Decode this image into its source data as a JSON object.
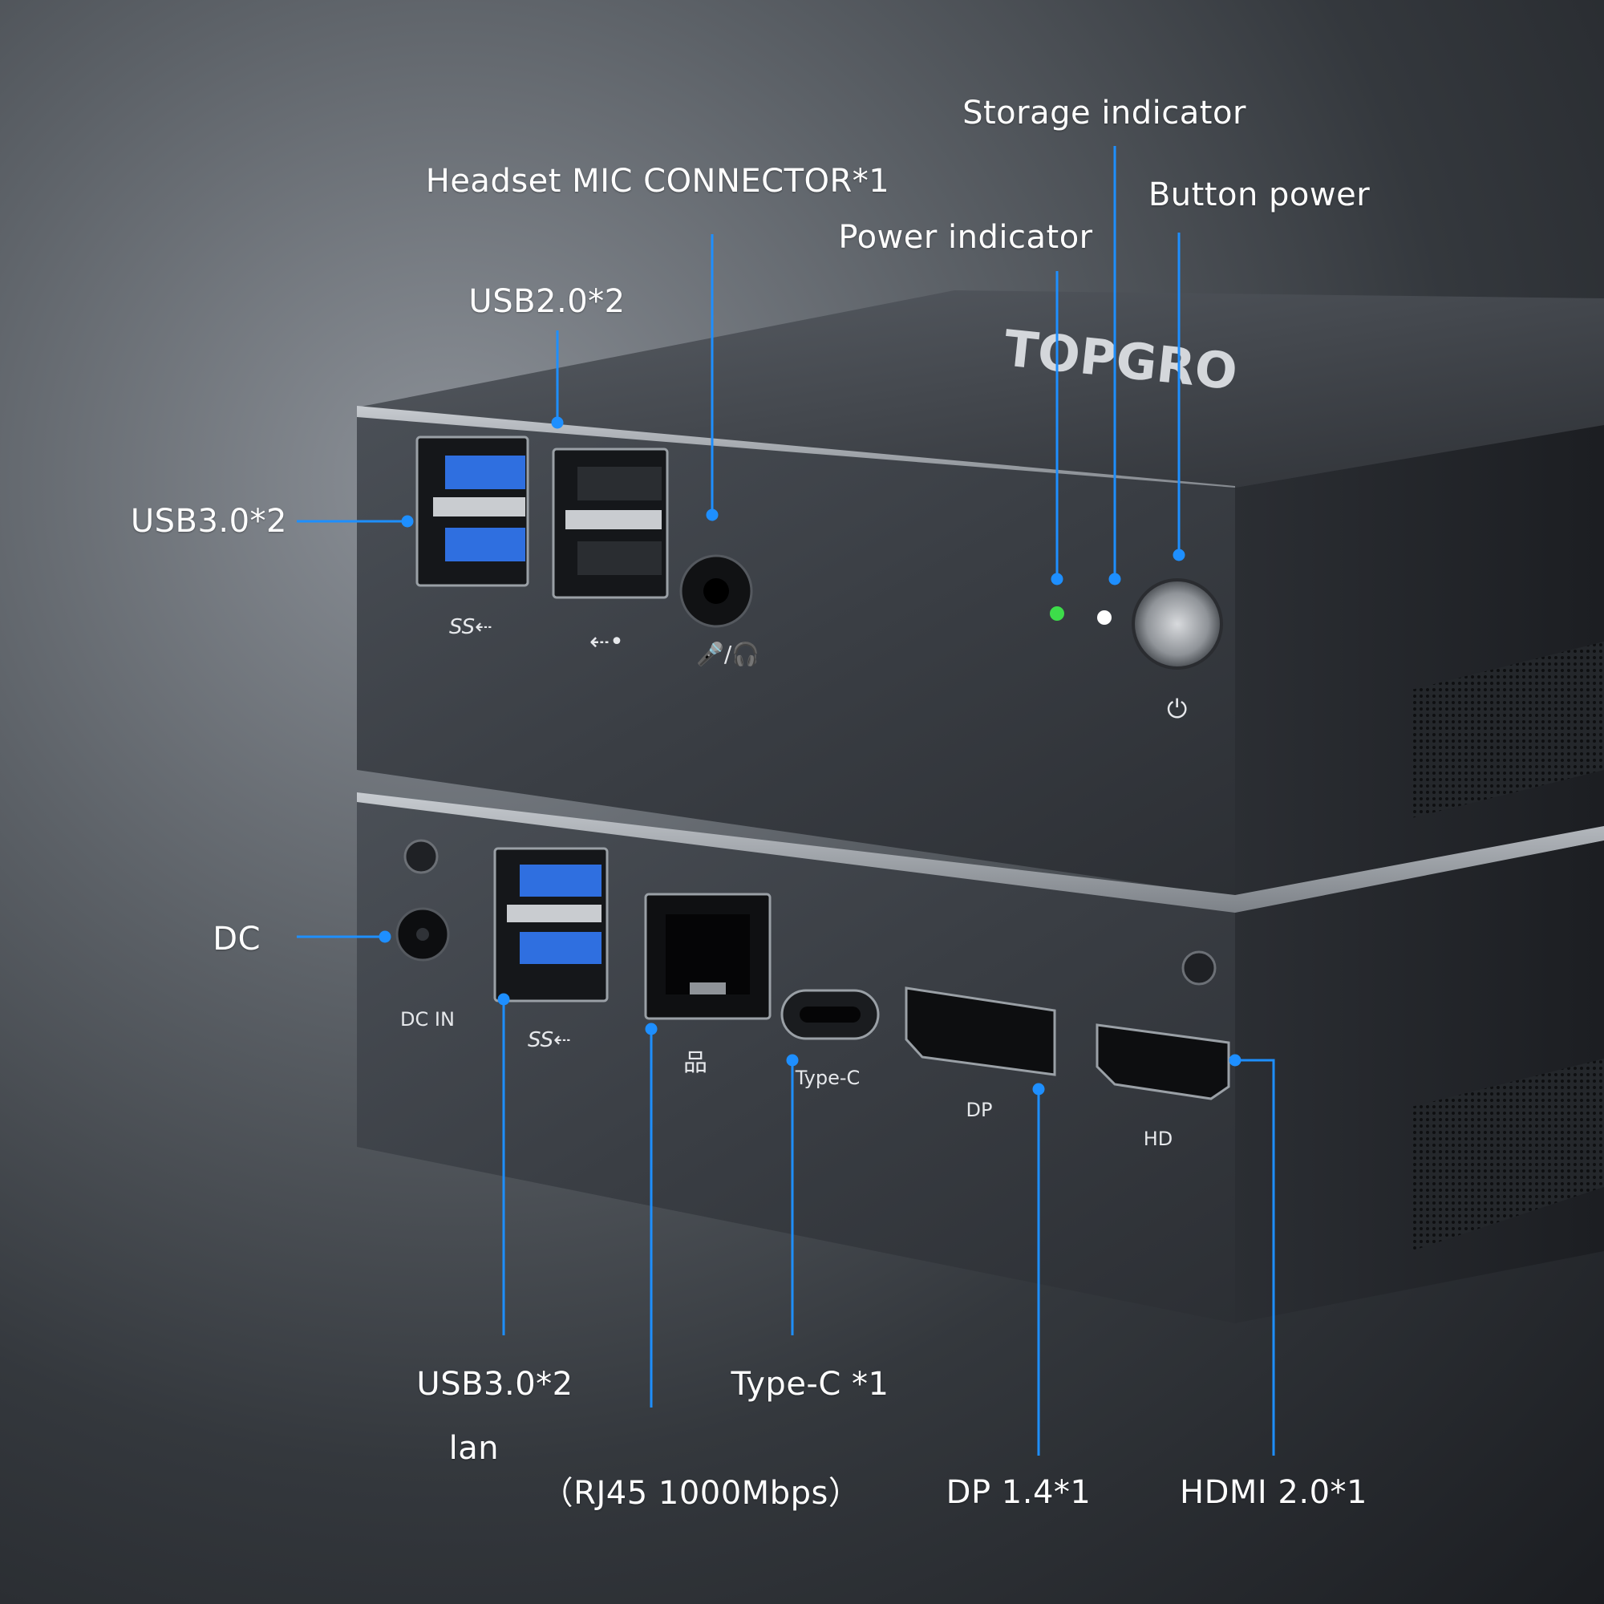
{
  "brand": "TOPGRO",
  "callouts": {
    "storage_indicator": "Storage indicator",
    "headset_mic": "Headset MIC CONNECTOR*1",
    "button_power": "Button power",
    "power_indicator": "Power indicator",
    "usb2": "USB2.0*2",
    "usb3_top": "USB3.0*2",
    "dc": "DC",
    "usb3_bottom": "USB3.0*2",
    "type_c": "Type-C *1",
    "lan_line1": "lan",
    "lan_line2": "（RJ45 1000Mbps）",
    "dp": "DP 1.4*1",
    "hdmi": "HDMI 2.0*1"
  },
  "port_labels": {
    "dc_in": "DC IN",
    "type_c": "Type-C",
    "dp": "DP",
    "hd": "HD"
  },
  "indicators": {
    "power_led_color": "#3ddc4a",
    "storage_led_color": "#ffffff"
  },
  "colors": {
    "leader_line": "#1e8fff",
    "usb3_blue": "#2f6fe0",
    "chassis": "#3a3e44"
  }
}
